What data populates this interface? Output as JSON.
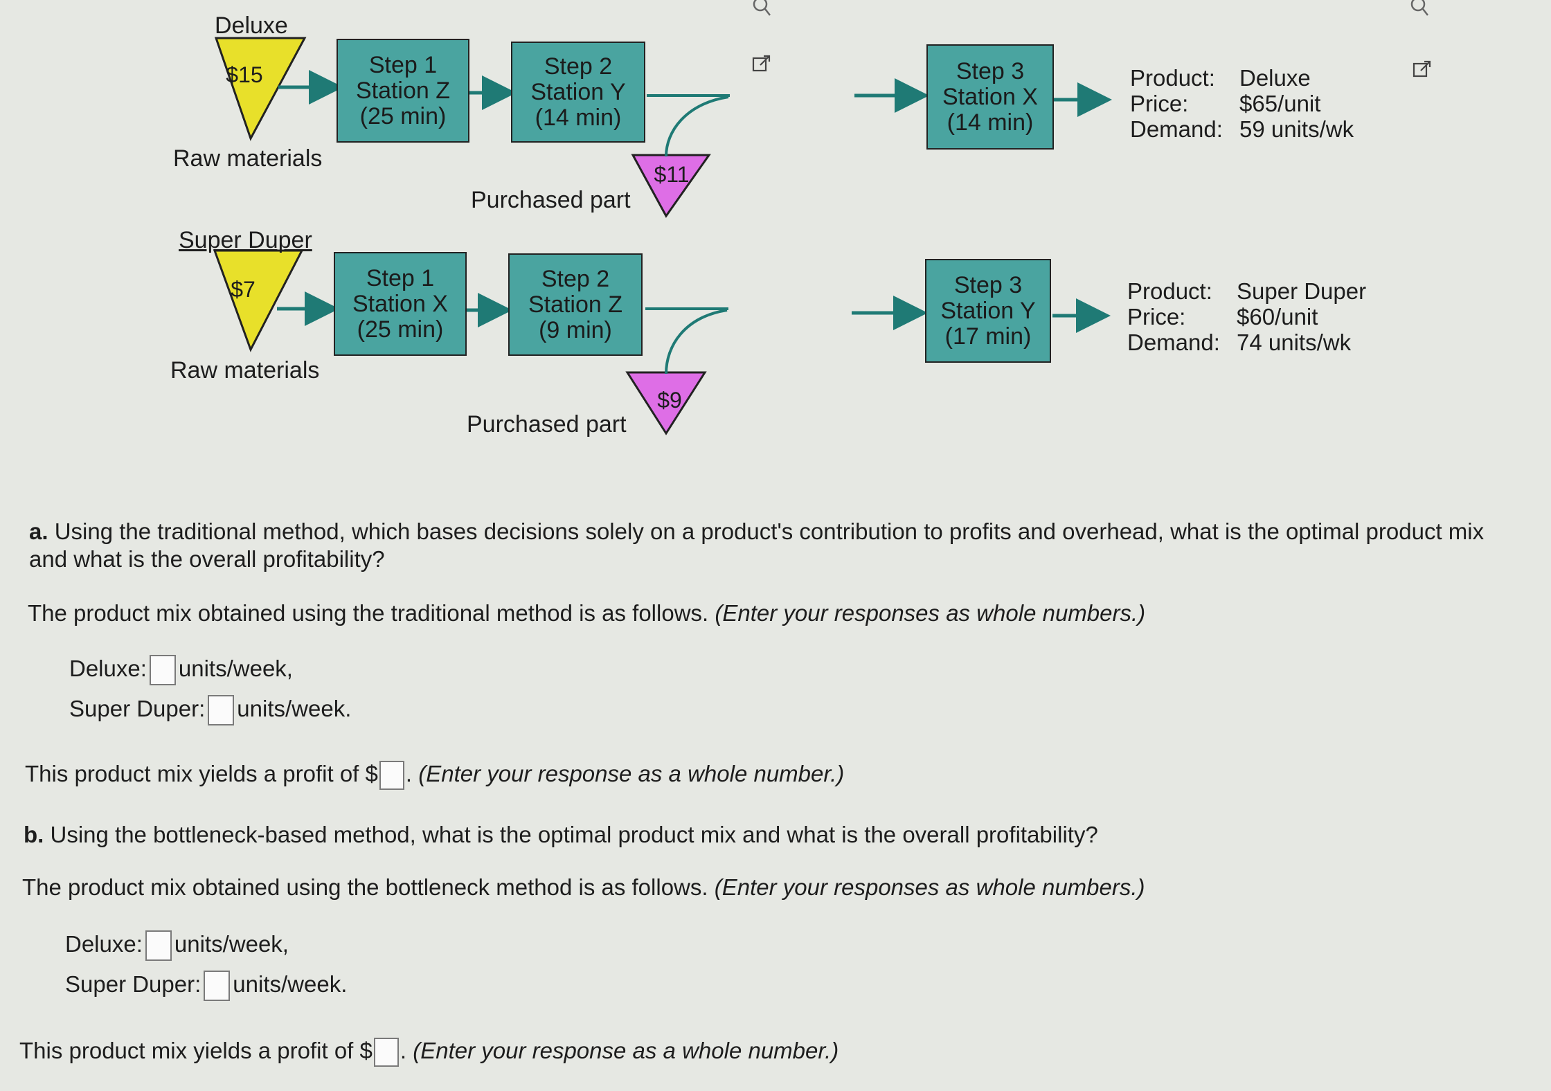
{
  "diagram": {
    "deluxe": {
      "name": "Deluxe",
      "raw_price": "$15",
      "raw_label": "Raw materials",
      "step1": {
        "line1": "Step 1",
        "line2": "Station Z",
        "line3": "(25 min)"
      },
      "step2": {
        "line1": "Step 2",
        "line2": "Station Y",
        "line3": "(14 min)"
      },
      "part_price": "$11",
      "part_label": "Purchased part",
      "step3": {
        "line1": "Step 3",
        "line2": "Station X",
        "line3": "(14 min)"
      },
      "info": {
        "product_key": "Product:",
        "product_val": "Deluxe",
        "price_key": "Price:",
        "price_val": "$65/unit",
        "demand_key": "Demand:",
        "demand_val": "59 units/wk"
      }
    },
    "super": {
      "name": "Super Duper",
      "raw_price": "$7",
      "raw_label": "Raw materials",
      "step1": {
        "line1": "Step 1",
        "line2": "Station X",
        "line3": "(25 min)"
      },
      "step2": {
        "line1": "Step 2",
        "line2": "Station Z",
        "line3": "(9 min)"
      },
      "part_price": "$9",
      "part_label": "Purchased part",
      "step3": {
        "line1": "Step 3",
        "line2": "Station Y",
        "line3": "(17 min)"
      },
      "info": {
        "product_key": "Product:",
        "product_val": "Super Duper",
        "price_key": "Price:",
        "price_val": "$60/unit",
        "demand_key": "Demand:",
        "demand_val": "74 units/wk"
      }
    },
    "colors": {
      "station": "#4aa4a0",
      "raw": "#e8e02a",
      "part": "#de6ee6"
    }
  },
  "question": {
    "a_label": "a.",
    "a_text_1": "Using the traditional method, which bases decisions solely on a product's contribution to profits and overhead, what is the optimal product mix",
    "a_text_2": "and what is the overall profitability?",
    "a_mix_text": "The product mix obtained using the traditional method is as follows.",
    "a_mix_hint": "(Enter your responses as whole numbers.)",
    "a_deluxe_label": "Deluxe:",
    "a_deluxe_unit": "units/week,",
    "a_super_label": "Super Duper:",
    "a_super_unit": "units/week.",
    "a_profit_text": "This product mix yields a profit of $",
    "a_profit_hint": "(Enter your response as a whole number.)",
    "b_label": "b.",
    "b_text": "Using the bottleneck-based method, what is the optimal product mix and what is the overall profitability?",
    "b_mix_text": "The product mix obtained using the bottleneck method is as follows.",
    "b_mix_hint": "(Enter your responses as whole numbers.)",
    "b_deluxe_label": "Deluxe:",
    "b_deluxe_unit": "units/week,",
    "b_super_label": "Super Duper:",
    "b_super_unit": "units/week.",
    "b_profit_text": "This product mix yields a profit of $",
    "b_profit_hint": "(Enter your response as a whole number.)"
  }
}
